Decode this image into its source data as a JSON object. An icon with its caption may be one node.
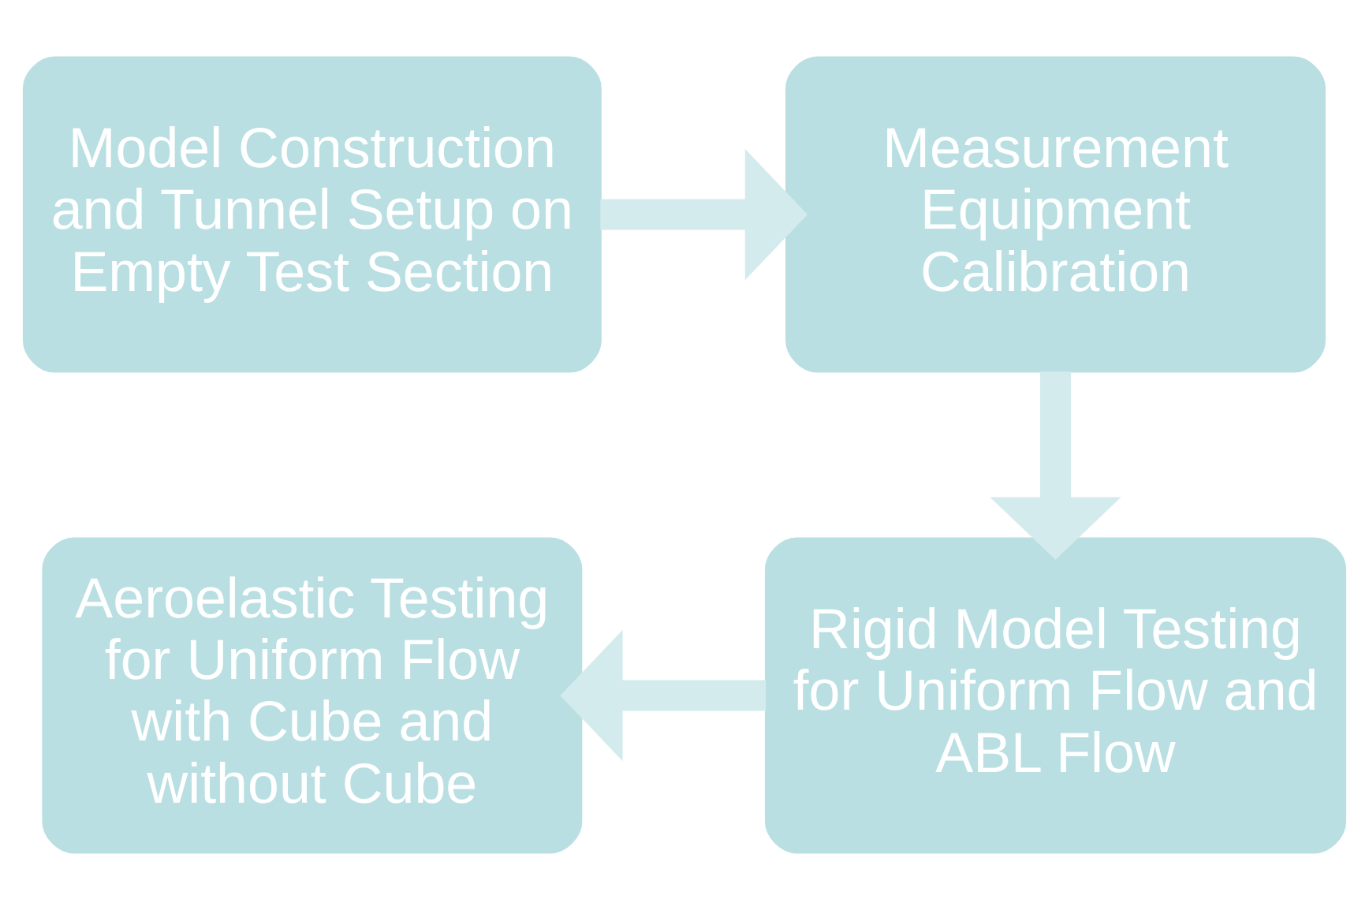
{
  "diagram": {
    "nodes": [
      {
        "text": [
          "Model Construction and Tunnel Setup on Empty Test Section"
        ]
      },
      {
        "text": [
          "Measurement Equipment Calibration"
        ]
      },
      {
        "text": [
          "Rigid Model Testing for Uniform Flow and ABL Flow"
        ]
      },
      {
        "text": [
          "Aeroelastic Testing for Uniform Flow with Cube and without Cube"
        ]
      }
    ],
    "edges": [
      {
        "from": 0,
        "to": 1,
        "arrow": "to"
      },
      {
        "from": 1,
        "to": 2,
        "arrow": "to"
      },
      {
        "from": 2,
        "to": 3,
        "arrow": "to"
      }
    ]
  }
}
